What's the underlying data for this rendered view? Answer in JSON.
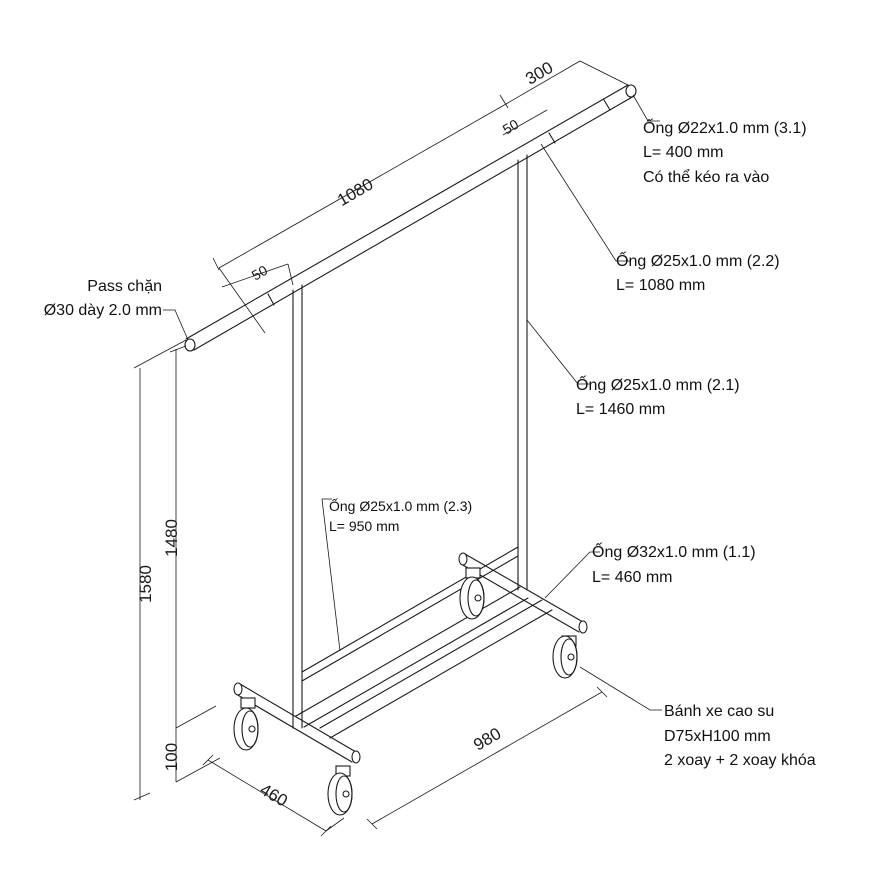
{
  "dimensions": {
    "top_length": "1080",
    "extension": "300",
    "offset_right": "50",
    "offset_left": "50",
    "total_height": "1580",
    "upright_height": "1480",
    "wheel_height": "100",
    "base_depth": "460",
    "base_length": "980"
  },
  "labels": {
    "pipe_31": {
      "line1": "Ống Ø22x1.0 mm (3.1)",
      "line2": "L= 400 mm",
      "line3": "Có thể kéo ra vào"
    },
    "pipe_22": {
      "line1": "Ống Ø25x1.0 mm (2.2)",
      "line2": "L= 1080 mm"
    },
    "pipe_21": {
      "line1": "Ống Ø25x1.0 mm (2.1)",
      "line2": "L= 1460 mm"
    },
    "pipe_23": {
      "line1": "Ống Ø25x1.0 mm (2.3)",
      "line2": "L= 950 mm"
    },
    "pipe_11": {
      "line1": "Ống Ø32x1.0 mm (1.1)",
      "line2": "L= 460 mm"
    },
    "stopper": {
      "line1": "Pass chặn",
      "line2": "Ø30 dày 2.0 mm"
    },
    "wheels": {
      "line1": "Bánh xe cao su",
      "line2": "D75xH100 mm",
      "line3": "2 xoay + 2 xoay khóa"
    }
  }
}
